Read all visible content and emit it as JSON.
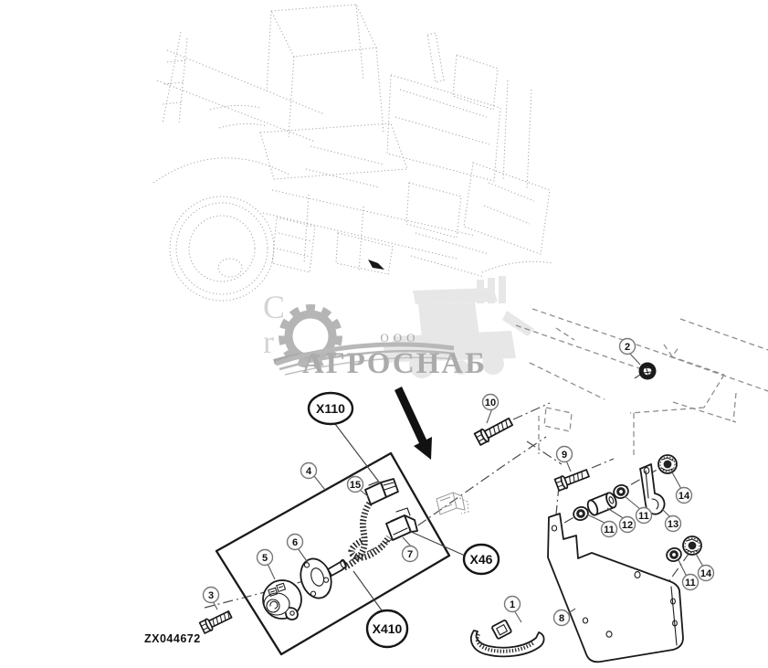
{
  "drawing": {
    "code": "ZX044672"
  },
  "connector_labels": {
    "x110": "X110",
    "x46": "X46",
    "x410": "X410"
  },
  "callouts": {
    "n1": "1",
    "n2": "2",
    "n3": "3",
    "n4": "4",
    "n5": "5",
    "n6": "6",
    "n7": "7",
    "n8": "8",
    "n9": "9",
    "n10": "10",
    "n11": "11",
    "n12": "12",
    "n13": "13",
    "n14": "14",
    "n15": "15"
  },
  "watermark": {
    "org_type": "ООО",
    "org_name": "АГРОСНАБ",
    "stray_letters": {
      "first": "C",
      "second": "r"
    }
  },
  "colors": {
    "line_art": "#1a1a1a",
    "ghost_lines": "#8e8e8e",
    "tractor_sketch": "#a3a3a3",
    "watermark_gray": "#ababab",
    "callout_stroke": "#787878"
  }
}
